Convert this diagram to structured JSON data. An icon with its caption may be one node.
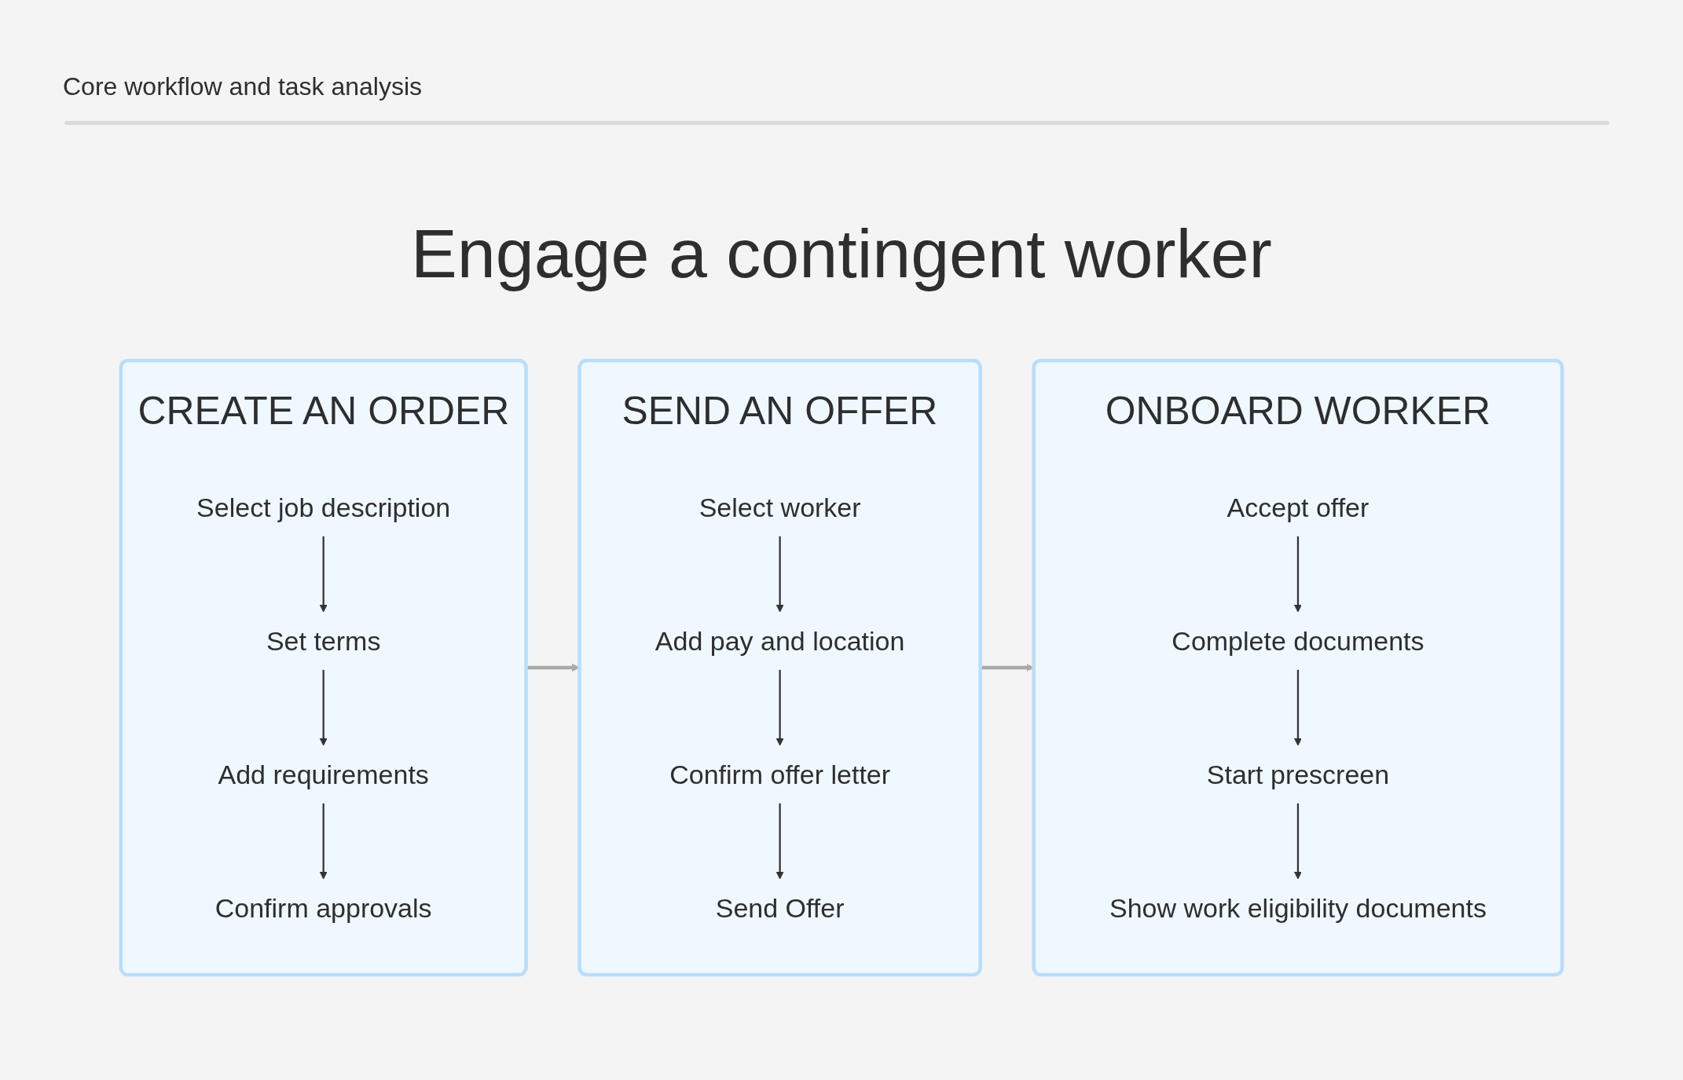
{
  "diagram": {
    "title": "Engage a contingent worker",
    "nodes": [
      {
        "text": [
          "CREATE AN ORDER"
        ]
      },
      {
        "text": [
          "Select job description"
        ],
        "in": 0
      },
      {
        "text": [
          "Set terms"
        ],
        "in": 0
      },
      {
        "text": [
          "Add requirements"
        ],
        "in": 0
      },
      {
        "text": [
          "Confirm approvals"
        ],
        "in": 0
      },
      {
        "text": [
          "SEND AN OFFER"
        ]
      },
      {
        "text": [
          "Select worker"
        ],
        "in": 5
      },
      {
        "text": [
          "Add pay and location"
        ],
        "in": 5
      },
      {
        "text": [
          "Confirm offer letter"
        ],
        "in": 5
      },
      {
        "text": [
          "Send Offer"
        ],
        "in": 5
      },
      {
        "text": [
          "ONBOARD WORKER"
        ]
      },
      {
        "text": [
          "Accept offer"
        ],
        "in": 10
      },
      {
        "text": [
          "Complete documents"
        ],
        "in": 10
      },
      {
        "text": [
          "Start prescreen"
        ],
        "in": 10
      },
      {
        "text": [
          "Show work eligibility documents"
        ],
        "in": 10
      }
    ],
    "edges": [
      {
        "from": 1,
        "to": 2,
        "arrow": "to"
      },
      {
        "from": 2,
        "to": 3,
        "arrow": "to"
      },
      {
        "from": 3,
        "to": 4,
        "arrow": "to"
      },
      {
        "from": 0,
        "to": 5,
        "arrow": "to",
        "color": "#aaaaaa"
      },
      {
        "from": 6,
        "to": 7,
        "arrow": "to"
      },
      {
        "from": 7,
        "to": 8,
        "arrow": "to"
      },
      {
        "from": 8,
        "to": 9,
        "arrow": "to"
      },
      {
        "from": 5,
        "to": 10,
        "arrow": "to",
        "color": "#aaaaaa"
      },
      {
        "from": 11,
        "to": 12,
        "arrow": "to"
      },
      {
        "from": 12,
        "to": 13,
        "arrow": "to"
      },
      {
        "from": 13,
        "to": 14,
        "arrow": "to"
      }
    ],
    "labels": [
      "Core workflow and task analysis"
    ]
  }
}
